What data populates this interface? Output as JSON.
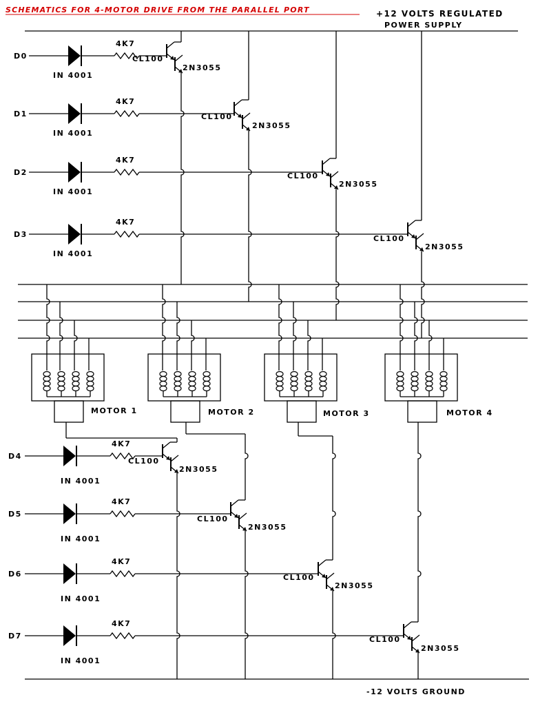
{
  "title": "SCHEMATICS FOR 4-MOTOR DRIVE FROM THE PARALLEL PORT",
  "supply": {
    "line1": "+12 VOLTS REGULATED",
    "line2": "POWER SUPPLY"
  },
  "ground": "-12 VOLTS GROUND",
  "labels": {
    "diode": "IN 4001",
    "resistor": "4K7",
    "driver": "CL100",
    "power": "2N3055"
  },
  "channels": [
    "D0",
    "D1",
    "D2",
    "D3",
    "D4",
    "D5",
    "D6",
    "D7"
  ],
  "motors": [
    "MOTOR 1",
    "MOTOR 2",
    "MOTOR 3",
    "MOTOR 4"
  ],
  "colors": {
    "title": "#d40000",
    "lines": "#000000"
  }
}
